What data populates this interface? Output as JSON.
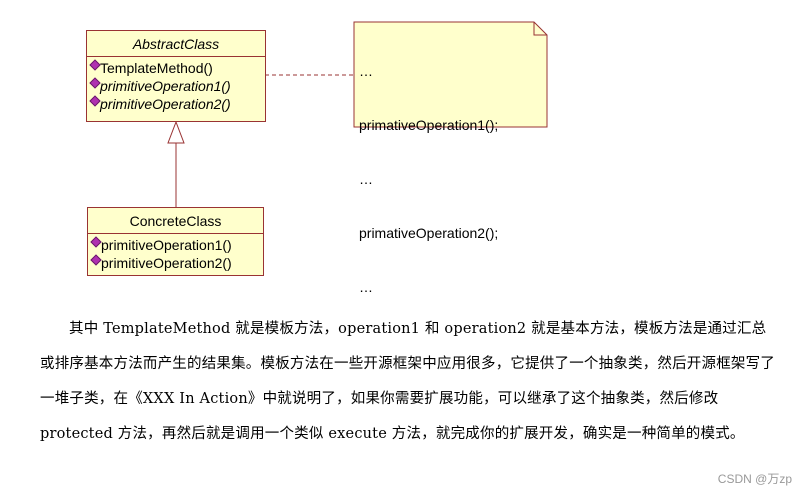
{
  "diagram": {
    "abstract_class": {
      "name": "AbstractClass",
      "operations": [
        "TemplateMethod()",
        "primitiveOperation1()",
        "primitiveOperation2()"
      ]
    },
    "concrete_class": {
      "name": "ConcreteClass",
      "operations": [
        "primitiveOperation1()",
        "primitiveOperation2()"
      ]
    },
    "note": {
      "lines": [
        "…",
        "primativeOperation1();",
        "…",
        "primativeOperation2();",
        "…"
      ]
    }
  },
  "paragraph": "其中 TemplateMethod 就是模板方法，operation1 和 operation2 就是基本方法，模板方法是通过汇总或排序基本方法而产生的结果集。模板方法在一些开源框架中应用很多，它提供了一个抽象类，然后开源框架写了一堆子类，在《XXX In Action》中就说明了，如果你需要扩展功能，可以继承了这个抽象类，然后修改 protected 方法，再然后就是调用一个类似 execute 方法，就完成你的扩展开发，确实是一种简单的模式。",
  "watermark": "CSDN @万zp"
}
